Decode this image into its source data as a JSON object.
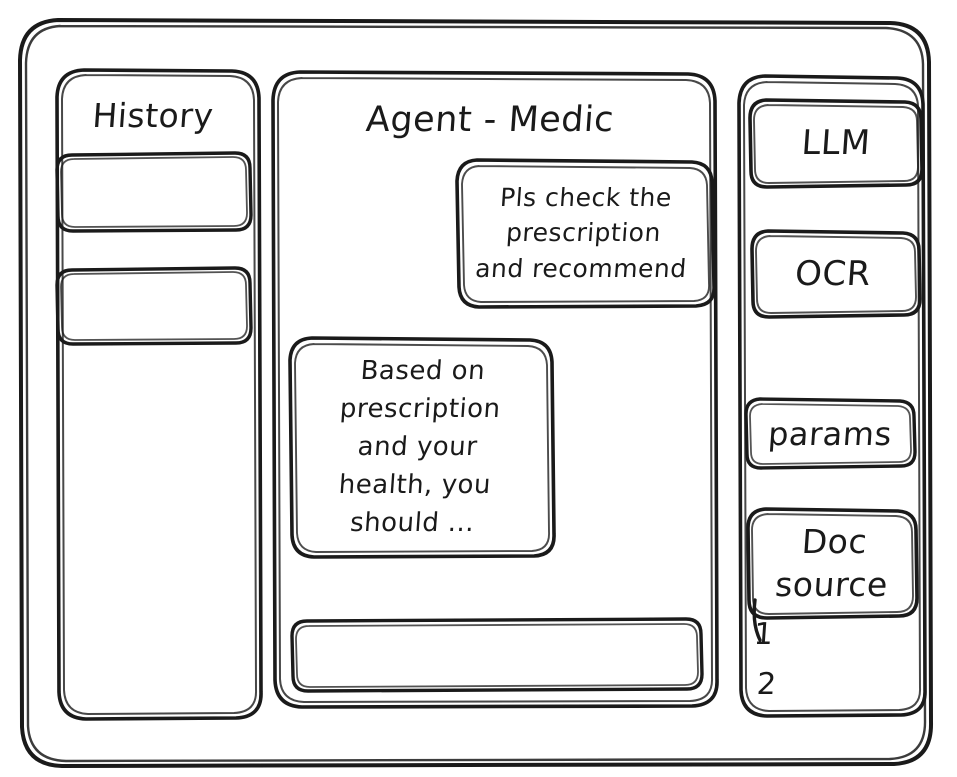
{
  "window": {
    "name": "agent-medic-wireframe"
  },
  "sidebar_left": {
    "title": "History",
    "items": [
      {
        "label": "",
        "name": "history-item-1"
      },
      {
        "label": "",
        "name": "history-item-2"
      }
    ]
  },
  "main": {
    "title": "Agent - Medic",
    "messages": [
      {
        "role": "user",
        "name": "user-message-bubble",
        "lines": [
          "Pls check the",
          "prescription",
          "and recommend"
        ]
      },
      {
        "role": "assistant",
        "name": "assistant-message-bubble",
        "lines": [
          "Based on",
          "prescription",
          "and your",
          "health, you",
          "should ..."
        ]
      }
    ],
    "composer": {
      "value": "",
      "placeholder": ""
    }
  },
  "sidebar_right": {
    "tools": [
      {
        "label": "LLM",
        "name": "tool-button-llm"
      },
      {
        "label": "OCR",
        "name": "tool-button-ocr"
      },
      {
        "label": "params",
        "name": "tool-button-params"
      }
    ],
    "doc_source": {
      "lines": [
        "Doc",
        "source"
      ],
      "items": [
        "1",
        "2"
      ]
    }
  },
  "colors": {
    "ink": "#1a1a1a",
    "paper": "#ffffff"
  }
}
